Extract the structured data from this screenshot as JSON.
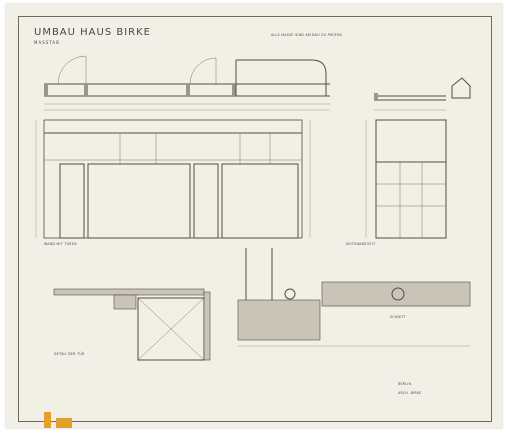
{
  "sheet": {
    "title": "UMBAU HAUS BIRKE",
    "scale_label": "MASSTAB",
    "top_note": "ALLE MASSE SIND AM BAU ZU PRÜFEN",
    "captions": {
      "front_elevation": "WAND MIT TÜREN",
      "side_elevation": "SEITENANSICHT",
      "door_detail": "DETAIL DER TÜR",
      "section_detail": "SCHNITT"
    },
    "footer": [
      "BERLIN",
      "ARCH. BIRKE"
    ]
  },
  "colors": {
    "paper": "#f2efe7",
    "ink": "#514c44",
    "tape": "#e4a12a"
  }
}
